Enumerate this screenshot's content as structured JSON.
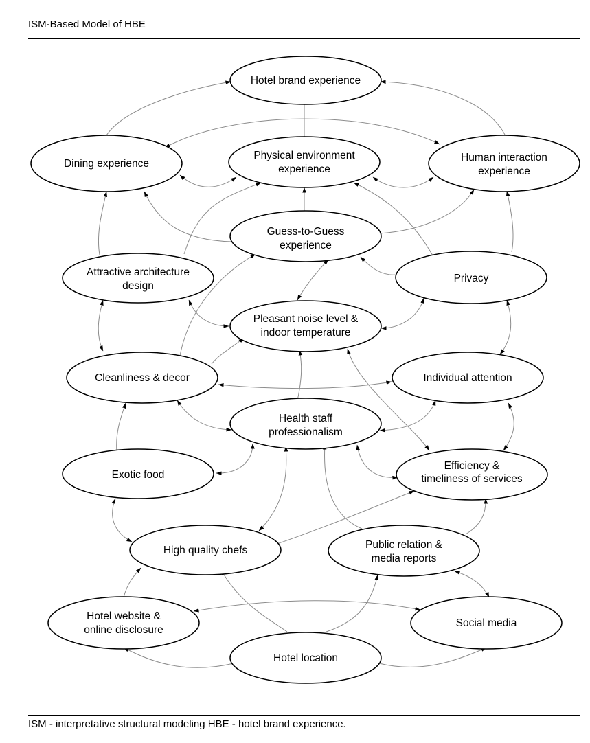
{
  "title": "ISM-Based Model of HBE",
  "footnote": "ISM - interpretative structural modeling HBE - hotel brand experience.",
  "nodes": {
    "hotel_brand_experience": [
      "Hotel brand experience"
    ],
    "dining_experience": [
      "Dining experience"
    ],
    "physical_environment_experience": [
      "Physical environment",
      "experience"
    ],
    "human_interaction_experience": [
      "Human interaction",
      "experience"
    ],
    "guess_to_guess_experience": [
      "Guess-to-Guess",
      "experience"
    ],
    "attractive_architecture_design": [
      "Attractive architecture",
      "design"
    ],
    "privacy": [
      "Privacy"
    ],
    "pleasant_noise_level": [
      "Pleasant noise level &",
      "indoor temperature"
    ],
    "cleanliness_decor": [
      "Cleanliness & decor"
    ],
    "individual_attention": [
      "Individual attention"
    ],
    "health_staff_professionalism": [
      "Health staff",
      "professionalism"
    ],
    "exotic_food": [
      "Exotic food"
    ],
    "efficiency_timeliness": [
      "Efficiency &",
      "timeliness of services"
    ],
    "high_quality_chefs": [
      "High quality chefs"
    ],
    "public_relation_media": [
      "Public relation &",
      "media reports"
    ],
    "hotel_website": [
      "Hotel website &",
      "online disclosure"
    ],
    "social_media": [
      "Social media"
    ],
    "hotel_location": [
      "Hotel location"
    ]
  },
  "edges": [
    {
      "from": "dining_experience",
      "to": "hotel_brand_experience",
      "type": "one-way"
    },
    {
      "from": "human_interaction_experience",
      "to": "hotel_brand_experience",
      "type": "one-way"
    },
    {
      "from": "physical_environment_experience",
      "to": "hotel_brand_experience",
      "type": "one-way"
    },
    {
      "from": "dining_experience",
      "to": "human_interaction_experience",
      "type": "two-way"
    },
    {
      "from": "dining_experience",
      "to": "physical_environment_experience",
      "type": "two-way"
    },
    {
      "from": "physical_environment_experience",
      "to": "human_interaction_experience",
      "type": "two-way"
    },
    {
      "from": "guess_to_guess_experience",
      "to": "dining_experience",
      "type": "one-way"
    },
    {
      "from": "guess_to_guess_experience",
      "to": "physical_environment_experience",
      "type": "one-way"
    },
    {
      "from": "guess_to_guess_experience",
      "to": "human_interaction_experience",
      "type": "one-way"
    },
    {
      "from": "attractive_architecture_design",
      "to": "dining_experience",
      "type": "one-way"
    },
    {
      "from": "attractive_architecture_design",
      "to": "physical_environment_experience",
      "type": "one-way"
    },
    {
      "from": "privacy",
      "to": "human_interaction_experience",
      "type": "one-way"
    },
    {
      "from": "privacy",
      "to": "physical_environment_experience",
      "type": "one-way"
    },
    {
      "from": "privacy",
      "to": "guess_to_guess_experience",
      "type": "one-way"
    },
    {
      "from": "pleasant_noise_level",
      "to": "guess_to_guess_experience",
      "type": "two-way"
    },
    {
      "from": "attractive_architecture_design",
      "to": "pleasant_noise_level",
      "type": "two-way"
    },
    {
      "from": "pleasant_noise_level",
      "to": "privacy",
      "type": "two-way"
    },
    {
      "from": "cleanliness_decor",
      "to": "guess_to_guess_experience",
      "type": "one-way"
    },
    {
      "from": "cleanliness_decor",
      "to": "attractive_architecture_design",
      "type": "two-way"
    },
    {
      "from": "cleanliness_decor",
      "to": "pleasant_noise_level",
      "type": "one-way"
    },
    {
      "from": "individual_attention",
      "to": "privacy",
      "type": "two-way"
    },
    {
      "from": "cleanliness_decor",
      "to": "individual_attention",
      "type": "two-way"
    },
    {
      "from": "health_staff_professionalism",
      "to": "pleasant_noise_level",
      "type": "one-way"
    },
    {
      "from": "cleanliness_decor",
      "to": "health_staff_professionalism",
      "type": "two-way"
    },
    {
      "from": "individual_attention",
      "to": "health_staff_professionalism",
      "type": "two-way"
    },
    {
      "from": "efficiency_timeliness",
      "to": "individual_attention",
      "type": "two-way"
    },
    {
      "from": "efficiency_timeliness",
      "to": "health_staff_professionalism",
      "type": "two-way"
    },
    {
      "from": "efficiency_timeliness",
      "to": "pleasant_noise_level",
      "type": "two-way"
    },
    {
      "from": "exotic_food",
      "to": "cleanliness_decor",
      "type": "one-way"
    },
    {
      "from": "exotic_food",
      "to": "health_staff_professionalism",
      "type": "two-way"
    },
    {
      "from": "high_quality_chefs",
      "to": "exotic_food",
      "type": "two-way"
    },
    {
      "from": "high_quality_chefs",
      "to": "health_staff_professionalism",
      "type": "two-way"
    },
    {
      "from": "high_quality_chefs",
      "to": "efficiency_timeliness",
      "type": "one-way"
    },
    {
      "from": "public_relation_media",
      "to": "efficiency_timeliness",
      "type": "one-way"
    },
    {
      "from": "public_relation_media",
      "to": "health_staff_professionalism",
      "type": "one-way"
    },
    {
      "from": "hotel_website",
      "to": "high_quality_chefs",
      "type": "one-way"
    },
    {
      "from": "hotel_website",
      "to": "social_media",
      "type": "two-way"
    },
    {
      "from": "public_relation_media",
      "to": "social_media",
      "type": "two-way"
    },
    {
      "from": "hotel_location",
      "to": "high_quality_chefs",
      "type": "one-way"
    },
    {
      "from": "hotel_location",
      "to": "public_relation_media",
      "type": "one-way"
    },
    {
      "from": "hotel_location",
      "to": "hotel_website",
      "type": "one-way"
    },
    {
      "from": "hotel_location",
      "to": "social_media",
      "type": "one-way"
    }
  ]
}
